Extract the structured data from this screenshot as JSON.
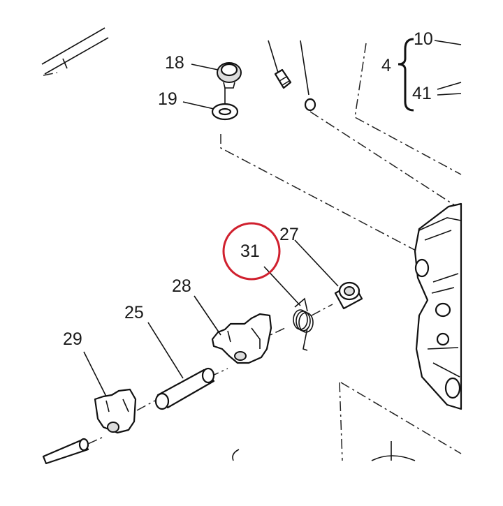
{
  "diagram": {
    "labels": {
      "p18": "18",
      "p19": "19",
      "p4": "4",
      "p10": "10",
      "p41": "41",
      "p27": "27",
      "p31": "31",
      "p28": "28",
      "p25": "25",
      "p29": "29"
    },
    "highlight_color": "#d0202e",
    "line_color": "#111111"
  }
}
